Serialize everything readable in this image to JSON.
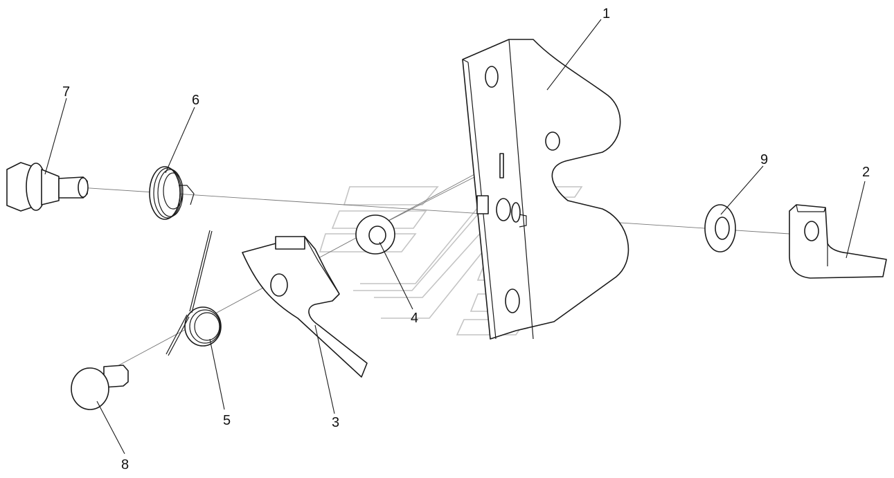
{
  "callouts": {
    "c1": "1",
    "c2": "2",
    "c3": "3",
    "c4": "4",
    "c5": "5",
    "c6": "6",
    "c7": "7",
    "c8": "8",
    "c9": "9"
  },
  "colors": {
    "line": "#1a1a1a",
    "axis": "#777777",
    "watermark": "#c4c4c4",
    "background": "#ffffff"
  }
}
